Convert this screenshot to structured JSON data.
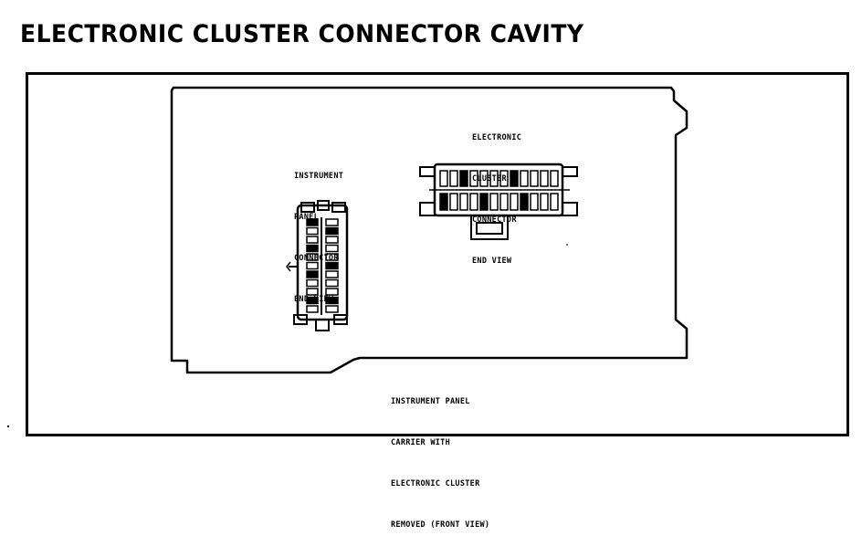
{
  "title": "ELECTRONIC CLUSTER CONNECTOR CAVITY",
  "labels": {
    "instrument_panel_connector": [
      "INSTRUMENT",
      "PANEL",
      "CONNECTOR",
      "END VIEW"
    ],
    "electronic_cluster_connector": [
      "ELECTRONIC",
      "CLUSTER",
      "CONNECTOR",
      "END VIEW"
    ],
    "carrier": [
      "INSTRUMENT PANEL",
      "CARRIER WITH",
      "ELECTRONIC CLUSTER",
      "REMOVED (FRONT VIEW)"
    ]
  }
}
